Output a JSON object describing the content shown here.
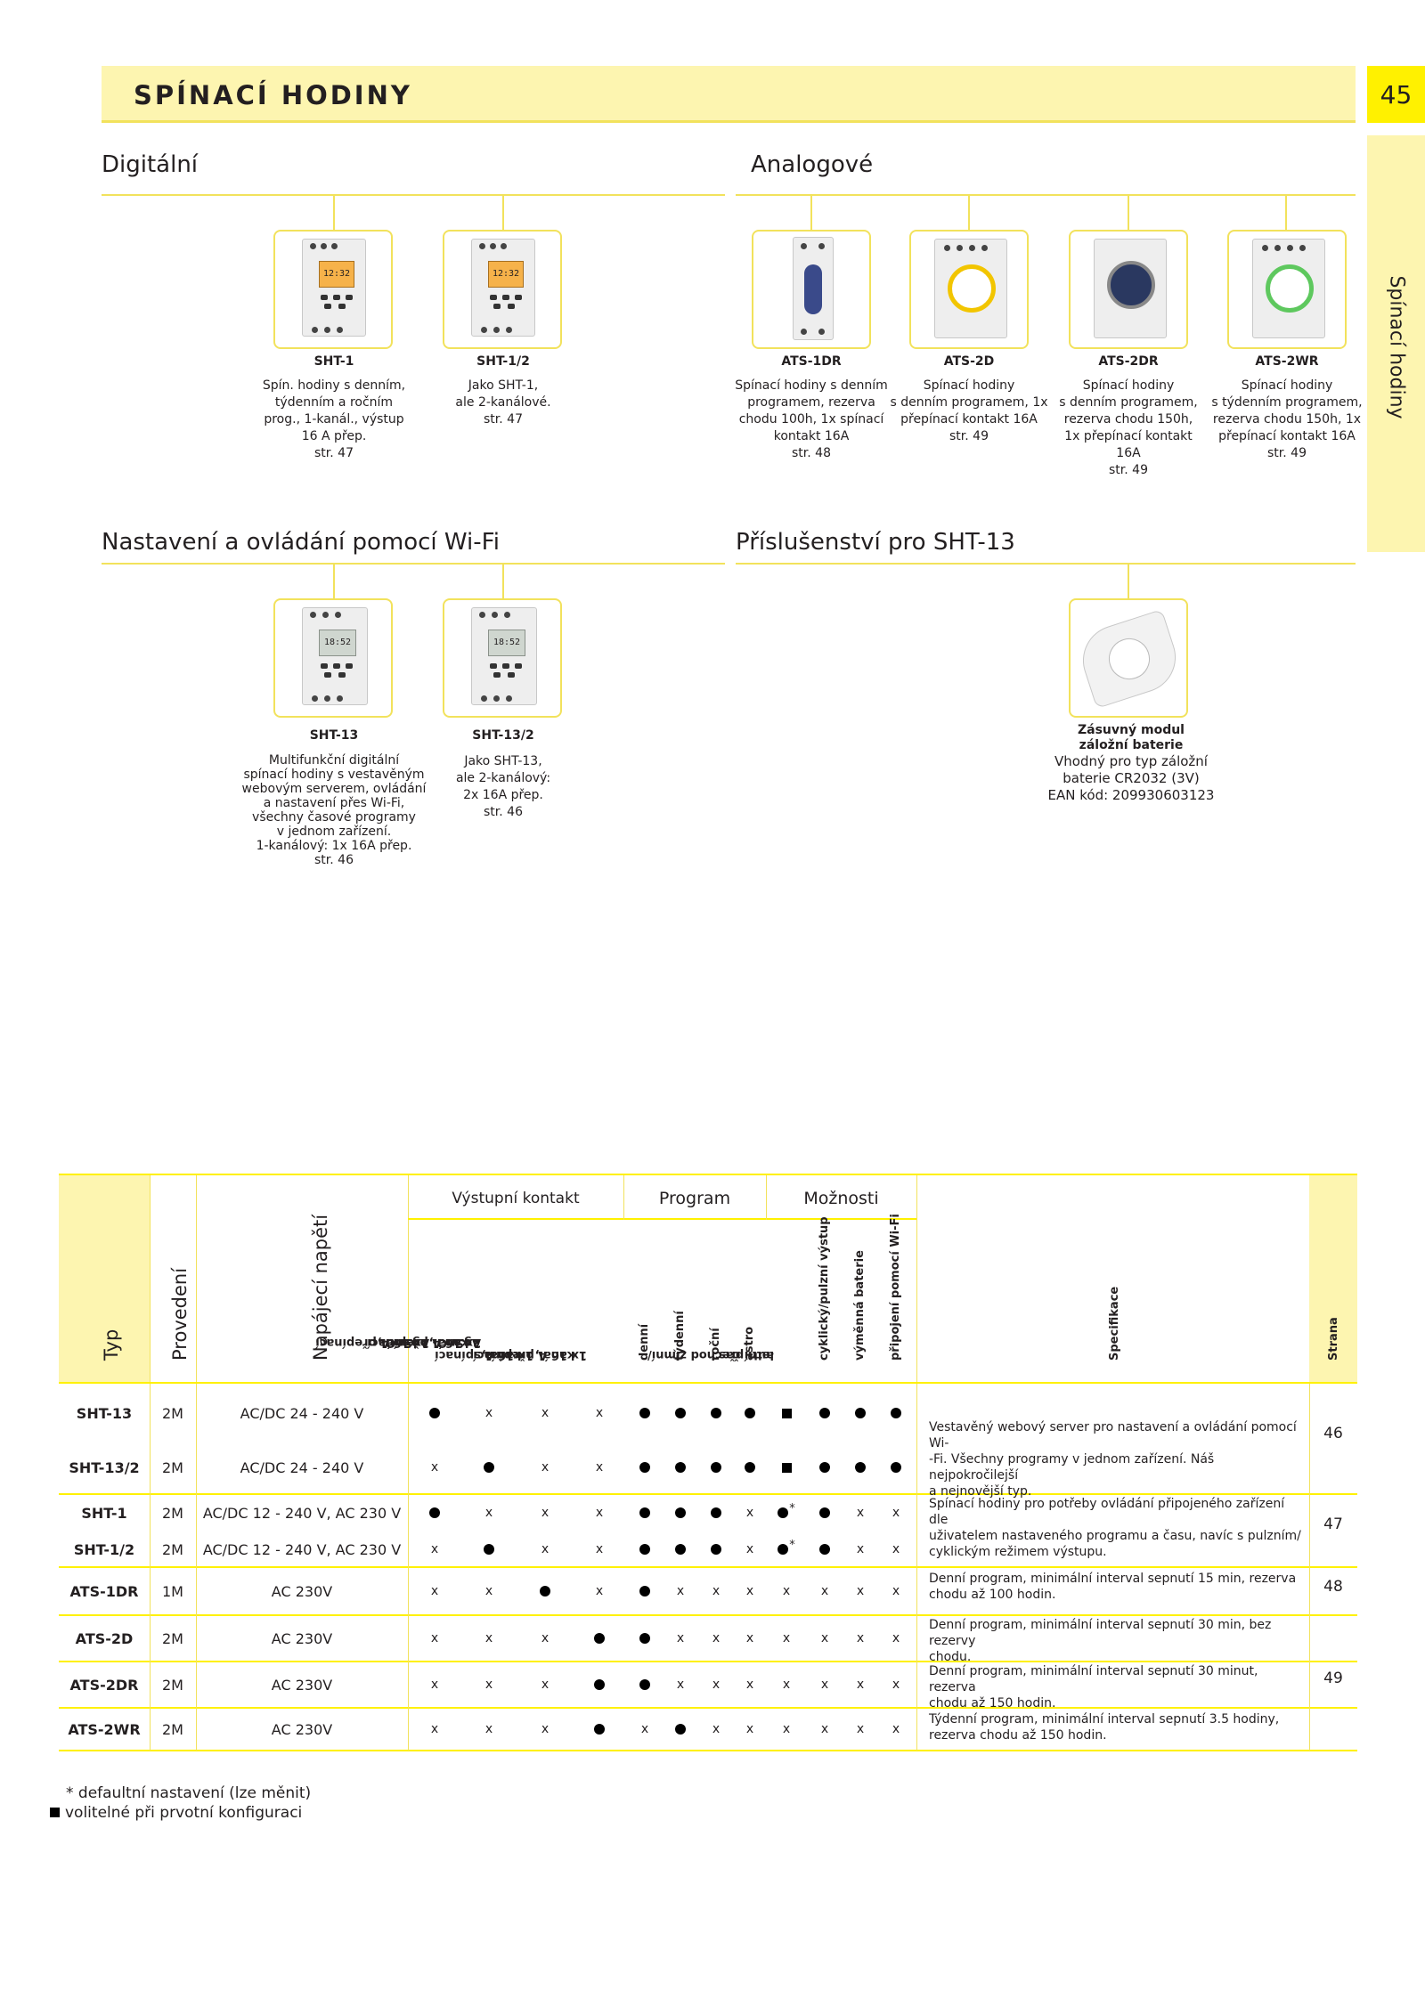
{
  "header": {
    "title": "SPÍNACÍ HODINY",
    "page_number": "45",
    "side_tab": "Spínací hodiny"
  },
  "sections": {
    "digital": "Digitální",
    "analog": "Analogové",
    "wifi": "Nastavení a ovládání pomocí Wi-Fi",
    "accessories": "Příslušenství pro SHT-13"
  },
  "products": {
    "sht1": {
      "name": "SHT-1",
      "desc": [
        "Spín. hodiny s denním,",
        "týdenním a ročním",
        "prog., 1-kanál., výstup",
        "16 A přep.",
        "str. 47"
      ]
    },
    "sht12": {
      "name": "SHT-1/2",
      "desc": [
        "Jako SHT-1,",
        "ale 2-kanálové.",
        "str. 47"
      ]
    },
    "ats1dr": {
      "name": "ATS-1DR",
      "desc": [
        "Spínací hodiny s denním",
        "programem, rezerva",
        "chodu 100h, 1x spínací",
        "kontakt 16A",
        "str. 48"
      ]
    },
    "ats2d": {
      "name": "ATS-2D",
      "desc": [
        "Spínací hodiny",
        "s denním programem, 1x",
        "přepínací kontakt 16A",
        "str. 49"
      ]
    },
    "ats2dr": {
      "name": "ATS-2DR",
      "desc": [
        "Spínací hodiny",
        "s denním programem,",
        "rezerva chodu 150h,",
        "1x přepínací kontakt",
        "16A",
        "str. 49"
      ]
    },
    "ats2wr": {
      "name": "ATS-2WR",
      "desc": [
        "Spínací hodiny",
        "s týdenním programem,",
        "rezerva chodu 150h, 1x",
        "přepínací kontakt 16A",
        "str. 49"
      ]
    },
    "sht13": {
      "name": "SHT-13",
      "desc": [
        "Multifunkční digitální",
        "spínací hodiny s vestavěným",
        "webovým serverem, ovládání",
        "a nastavení přes Wi-Fi,",
        "všechny časové programy",
        "v jednom zařízení.",
        "1-kanálový: 1x 16A přep.",
        "str. 46"
      ]
    },
    "sht132": {
      "name": "SHT-13/2",
      "desc": [
        "Jako SHT-13,",
        "ale 2-kanálový:",
        "2x 16A přep.",
        "str. 46"
      ]
    },
    "module": {
      "name": [
        "Zásuvný modul",
        "záložní baterie"
      ],
      "desc": [
        "Vhodný pro typ záložní",
        "baterie CR2032 (3V)",
        "EAN kód: 209930603123"
      ]
    }
  },
  "device_screens": {
    "sht": "12:32",
    "sht13": "18:52"
  },
  "table": {
    "headers": {
      "typ": "Typ",
      "provedeni": "Provedení",
      "napeti": "Napájecí napětí",
      "group_output": "Výstupní kontakt",
      "group_program": "Program",
      "group_options": "Možnosti",
      "out1": [
        "1 kanál,",
        "1x 16 A přepínací",
        "AgSnO₂"
      ],
      "out2": [
        "2 kanál,",
        "2x 16 A přepínací",
        "AgSnO₂"
      ],
      "out3": [
        "1 kanál,",
        "1x 16 A spínací"
      ],
      "out4": [
        "1 kanál,",
        "1x 16 A přepínací"
      ],
      "prog": [
        "denní",
        "týdenní",
        "roční",
        "astro"
      ],
      "opt1": [
        "aut. přechod zimní/",
        "letní čas"
      ],
      "opt2": "cyklický/pulzní výstup",
      "opt3": "výměnná baterie",
      "opt4": "připojení pomocí Wi-Fi",
      "spec": "Specifikace",
      "strana": "Strana"
    },
    "rows": [
      {
        "typ": "SHT-13",
        "prov": "2M",
        "napeti": "AC/DC 24 - 240 V",
        "marks": [
          "dot",
          "x",
          "x",
          "x",
          "dot",
          "dot",
          "dot",
          "dot",
          "sq",
          "dot",
          "dot",
          "dot"
        ]
      },
      {
        "typ": "SHT-13/2",
        "prov": "2M",
        "napeti": "AC/DC 24 - 240 V",
        "marks": [
          "x",
          "dot",
          "x",
          "x",
          "dot",
          "dot",
          "dot",
          "dot",
          "sq",
          "dot",
          "dot",
          "dot"
        ]
      },
      {
        "typ": "SHT-1",
        "prov": "2M",
        "napeti": "AC/DC 12 - 240 V, AC 230 V",
        "marks": [
          "dot",
          "x",
          "x",
          "x",
          "dot",
          "dot",
          "dot",
          "x",
          "dot*",
          "dot",
          "x",
          "x"
        ]
      },
      {
        "typ": "SHT-1/2",
        "prov": "2M",
        "napeti": "AC/DC 12 - 240 V, AC 230 V",
        "marks": [
          "x",
          "dot",
          "x",
          "x",
          "dot",
          "dot",
          "dot",
          "x",
          "dot*",
          "dot",
          "x",
          "x"
        ]
      },
      {
        "typ": "ATS-1DR",
        "prov": "1M",
        "napeti": "AC 230V",
        "marks": [
          "x",
          "x",
          "dot",
          "x",
          "dot",
          "x",
          "x",
          "x",
          "x",
          "x",
          "x",
          "x"
        ]
      },
      {
        "typ": "ATS-2D",
        "prov": "2M",
        "napeti": "AC 230V",
        "marks": [
          "x",
          "x",
          "x",
          "dot",
          "dot",
          "x",
          "x",
          "x",
          "x",
          "x",
          "x",
          "x"
        ]
      },
      {
        "typ": "ATS-2DR",
        "prov": "2M",
        "napeti": "AC 230V",
        "marks": [
          "x",
          "x",
          "x",
          "dot",
          "dot",
          "x",
          "x",
          "x",
          "x",
          "x",
          "x",
          "x"
        ]
      },
      {
        "typ": "ATS-2WR",
        "prov": "2M",
        "napeti": "AC 230V",
        "marks": [
          "x",
          "x",
          "x",
          "dot",
          "x",
          "dot",
          "x",
          "x",
          "x",
          "x",
          "x",
          "x"
        ]
      }
    ],
    "specs": [
      [
        "Vestavěný webový server pro nastavení a ovládání pomocí Wi-",
        "-Fi. Všechny programy v jednom zařízení. Náš nejpokročilejší",
        "a nejnovější typ."
      ],
      [
        "Spínací hodiny pro potřeby ovládání připojeného zařízení dle",
        "uživatelem nastaveného programu a času, navíc s pulzním/",
        "cyklickým režimem výstupu."
      ],
      [
        "Denní program, minimální interval sepnutí 15 min, rezerva",
        "chodu až 100 hodin."
      ],
      [
        "Denní program, minimální interval sepnutí 30 min, bez rezervy",
        "chodu."
      ],
      [
        "Denní program, minimální interval sepnutí 30 minut, rezerva",
        "chodu až 150 hodin."
      ],
      [
        "Týdenní program, minimální interval sepnutí 3.5 hodiny,",
        "rezerva chodu až 150 hodin."
      ]
    ],
    "pages": [
      "46",
      "47",
      "48",
      "49"
    ]
  },
  "footnotes": {
    "star": "* defaultní nastavení (lze měnit)",
    "square": "volitelné při prvotní konfiguraci"
  }
}
